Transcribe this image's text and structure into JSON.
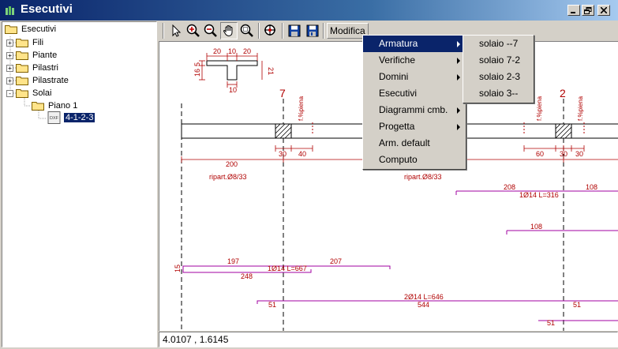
{
  "window": {
    "title": "Esecutivi"
  },
  "tree": {
    "root": "Esecutivi",
    "items": [
      {
        "label": "Fili",
        "expander": "+"
      },
      {
        "label": "Piante",
        "expander": "+"
      },
      {
        "label": "Pilastri",
        "expander": "+"
      },
      {
        "label": "Pilastrate",
        "expander": "+"
      },
      {
        "label": "Solai",
        "expander": "-"
      }
    ],
    "piano": "Piano 1",
    "file": "4-1-2-3",
    "file_icon": "DXF"
  },
  "toolbar": {
    "modifica_label": "Modifica",
    "tools": [
      "pointer-icon",
      "zoom-in-icon",
      "zoom-out-icon",
      "pan-hand-icon",
      "zoom-window-icon",
      "zoom-all-icon",
      "save-icon",
      "save-all-icon"
    ]
  },
  "menu": {
    "items": [
      {
        "label": "Armatura",
        "submenu": true
      },
      {
        "label": "Verifiche",
        "submenu": true
      },
      {
        "label": "Domini",
        "submenu": true
      },
      {
        "label": "Esecutivi",
        "submenu": false
      },
      {
        "label": "Diagrammi cmb.",
        "submenu": true
      },
      {
        "label": "Progetta",
        "submenu": true
      },
      {
        "label": "Arm. default",
        "submenu": false
      },
      {
        "label": "Computo",
        "submenu": false
      }
    ],
    "submenu": [
      "solaio --7",
      "solaio 7-2",
      "solaio 2-3",
      "solaio 3--"
    ]
  },
  "drawing": {
    "section": {
      "top": [
        "20",
        "10",
        "20"
      ],
      "left_a": "16",
      "left_b": "5",
      "right": "21",
      "bottom": "10"
    },
    "axes": [
      "7",
      "2"
    ],
    "piena": "f.%piena",
    "dims": {
      "d30a": "30",
      "d40": "40",
      "d60": "60",
      "d30b": "30",
      "d30c": "30"
    },
    "span_200": "200",
    "ripart": "ripart.Ø8/33",
    "bars": {
      "b208": "208",
      "b108a": "108",
      "b1o14_316": "1Ø14 L=316",
      "b108b": "108",
      "b197": "197",
      "b207": "207",
      "b15": "15",
      "b1o14_667": "1Ø14 L=667",
      "b248": "248",
      "b2o14_646": "2Ø14 L=646",
      "b51a": "51",
      "b544": "544",
      "b51b": "51",
      "b51c": "51"
    }
  },
  "status": {
    "coords": "4.0107 , 1.6145"
  },
  "colors": {
    "title_start": "#0a246a",
    "title_end": "#a6caf0",
    "rebar": "#a000a0",
    "dim": "#b00000",
    "selection": "#0a246a"
  }
}
